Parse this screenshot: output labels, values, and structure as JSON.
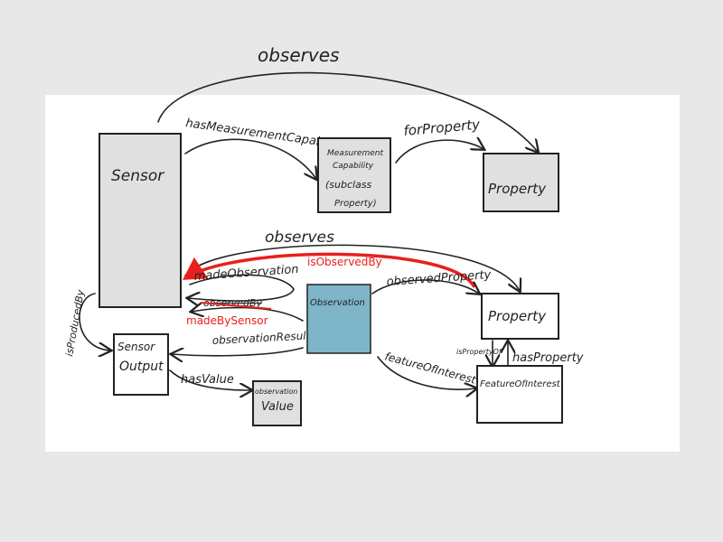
{
  "nodes": {
    "sensor": "Sensor",
    "measurement_capability": [
      "Measurement",
      "Capability",
      "(subclass",
      "Property)"
    ],
    "property_top": "Property",
    "observation": "Observation",
    "property": "Property",
    "sensor_output": [
      "Sensor",
      "Output"
    ],
    "observation_value": [
      "observation",
      "Value"
    ],
    "feature_of_interest": "FeatureOfInterest"
  },
  "edges": {
    "observes_top": "observes",
    "has_measurement_capability": "hasMeasurementCapability",
    "for_property": "forProperty",
    "observes_mid": "observes",
    "is_observed_by": "isObservedBy",
    "made_observation": "madeObservation",
    "observed_by": "observedBy",
    "made_by_sensor": "madeBySensor",
    "observation_result": "observationResult",
    "is_produced_by": "isProducedBy",
    "has_value": "hasValue",
    "observed_property": "observedProperty",
    "is_property_of": "isPropertyOf",
    "has_property": "hasProperty",
    "feature_of_interest": "featureOfInterest"
  },
  "colors": {
    "highlight": "#e8201c",
    "observation_fill": "#7fb5c9",
    "node_fill": "#e0e0e0"
  }
}
